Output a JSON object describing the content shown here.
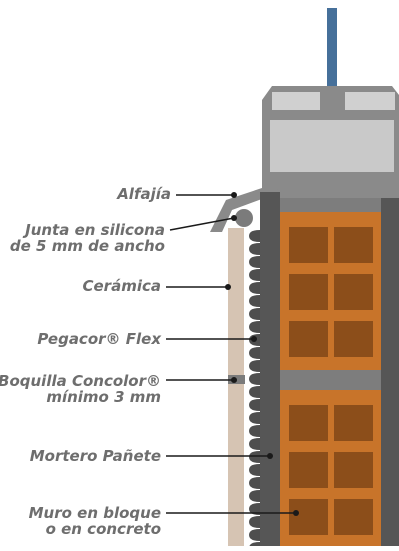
{
  "labels": {
    "alfajia": "Alfajía",
    "junta_line1": "Junta en silicona",
    "junta_line2": "de 5 mm de ancho",
    "ceramica": "Cerámica",
    "pegacor": "Pegacor® Flex",
    "boquilla_line1": "Boquilla Concolor®",
    "boquilla_line2": "mínimo 3 mm",
    "mortero": "Mortero Pañete",
    "muro_line1": "Muro en bloque",
    "muro_line2": "o en concreto"
  },
  "colors": {
    "brick": "#c8742a",
    "brick_cell": "#8c4e1a",
    "frame_gray": "#8a8a8a",
    "dark_gray": "#565656",
    "light_gray": "#c9c9c9",
    "ceramic": "#d6c4b3",
    "pole_blue": "#46709a",
    "label_gray": "#6e6e6e"
  }
}
